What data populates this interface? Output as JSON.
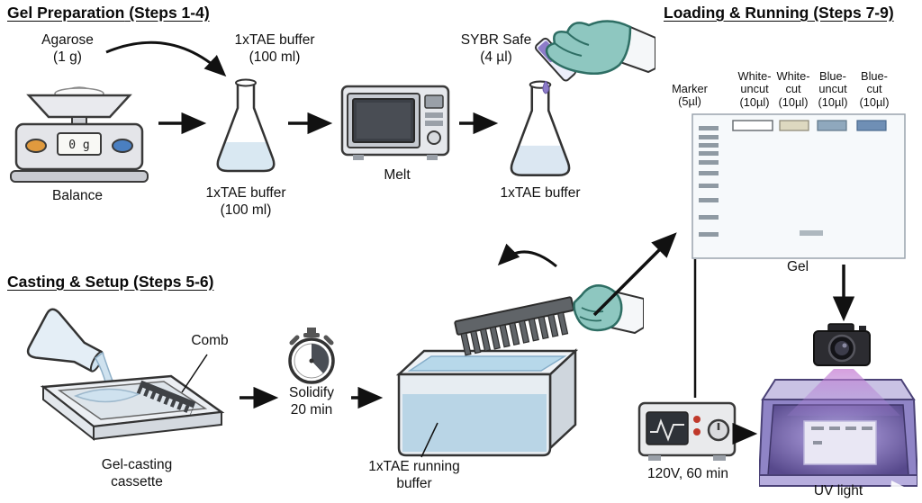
{
  "palette": {
    "ink": "#111111",
    "glove_teal": "#8ec7c0",
    "liquid_blue": "#cfe2ef",
    "sybr_purple": "#8d7cc9",
    "uv_purple": "#8f84c6",
    "balance_button_orange": "#e09a3e",
    "balance_button_blue": "#4a7fc1",
    "well_white": "#ffffff",
    "well_cream": "#ddd8c0",
    "well_blue_gray": "#8fa8bd",
    "well_blue": "#6f8fb5"
  },
  "headings": {
    "gel_prep": {
      "title": "Gel Preparation",
      "steps": " (Steps 1-4)"
    },
    "casting": {
      "title": "Casting & Setup",
      "steps": " (Steps 5-6)"
    },
    "loading": {
      "title": "Loading & Running",
      "steps": " (Steps 7-9)"
    }
  },
  "gel_prep": {
    "agarose_label": "Agarose\n(1 g)",
    "tae_top_label": "1xTAE buffer\n(100 ml)",
    "sybr_label": "SYBR Safe\n(4 µl)",
    "balance_label": "Balance",
    "balance_display": "0 g",
    "flask1_label": "1xTAE buffer\n(100 ml)",
    "melt_label": "Melt",
    "flask2_label": "1xTAE buffer"
  },
  "casting": {
    "comb_label": "Comb",
    "cassette_label": "Gel-casting\ncassette",
    "solidify_label": "Solidify\n20 min",
    "buffer_label": "1xTAE running\nbuffer"
  },
  "loading": {
    "lane_labels": [
      "Marker\n(5µl)",
      "White-\nuncut\n(10µl)",
      "White-\ncut\n(10µl)",
      "Blue-\nuncut\n(10µl)",
      "Blue-\ncut\n(10µl)"
    ],
    "gel_label": "Gel",
    "power_label": "120V, 60 min",
    "uv_label": "UV light"
  }
}
